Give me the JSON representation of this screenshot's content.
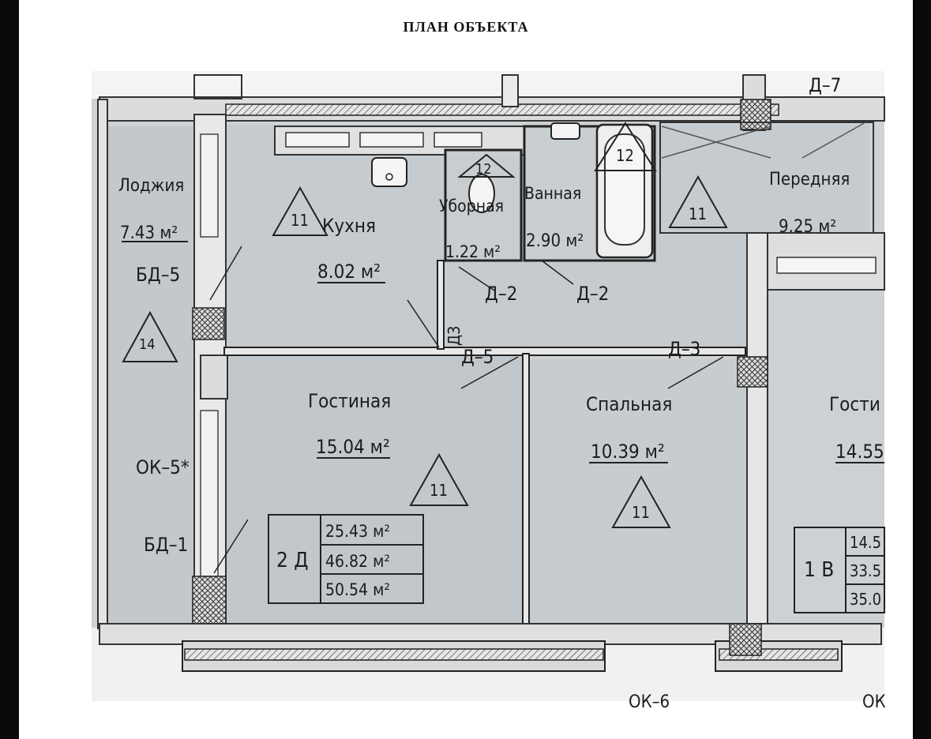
{
  "document": {
    "title": "ПЛАН ОБЪЕКТА"
  },
  "plan": {
    "rooms": [
      {
        "id": "loggia",
        "name": "Лоджия",
        "area": "7.43 м²",
        "tag": "14"
      },
      {
        "id": "kitchen",
        "name": "Кухня",
        "area": "8.02 м²",
        "tag": "11"
      },
      {
        "id": "toilet",
        "name": "Уборная",
        "area": "1.22 м²",
        "tag": "12"
      },
      {
        "id": "bathroom",
        "name": "Ванная",
        "area": "2.90 м²",
        "tag": "12"
      },
      {
        "id": "hallway",
        "name": "Передняя",
        "area": "9.25 м²",
        "tag": "11"
      },
      {
        "id": "living",
        "name": "Гостиная",
        "area": "15.04 м²",
        "tag": "11"
      },
      {
        "id": "bedroom",
        "name": "Спальная",
        "area": "10.39 м²",
        "tag": "11"
      },
      {
        "id": "living2",
        "name": "Гости",
        "area": "14.55"
      }
    ],
    "element_marks": {
      "d7": "Д–7",
      "d2a": "Д–2",
      "d2b": "Д–2",
      "d3v": "Д3",
      "d5": "Д–5",
      "d3": "Д–3",
      "bd5": "БД–5",
      "ok5": "ОК–5*",
      "bd1": "БД–1",
      "ok6": "ОК–6",
      "ok_right": "ОК"
    },
    "apartment_2d": {
      "code": "2 Д",
      "areas": [
        "25.43 м²",
        "46.82 м²",
        "50.54 м²"
      ]
    },
    "apartment_1v": {
      "code": "1 В",
      "areas": [
        "14.5",
        "33.5",
        "35.0"
      ]
    }
  }
}
